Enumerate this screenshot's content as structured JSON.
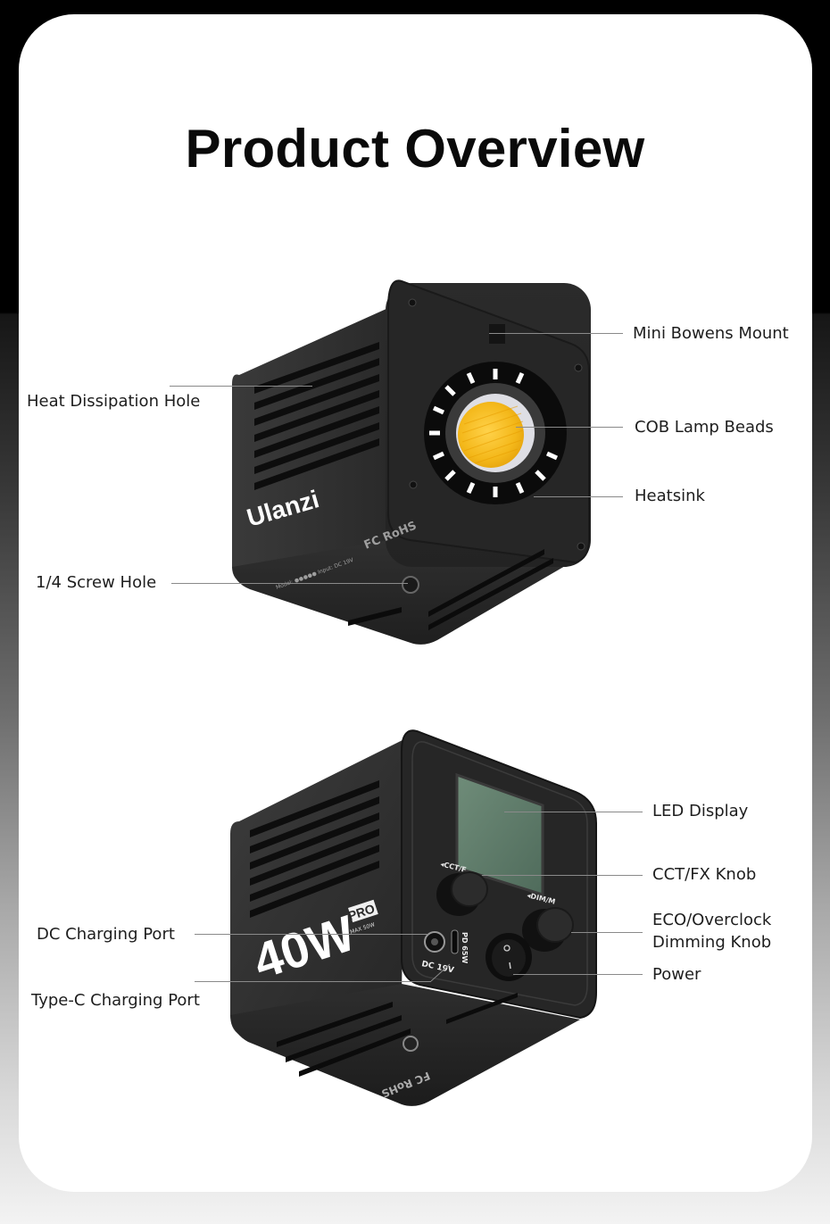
{
  "page": {
    "title": "Product Overview"
  },
  "colors": {
    "card_bg": "#ffffff",
    "title": "#0a0a0a",
    "label_text": "#1e1e1e",
    "leader_line": "#8a8a8a",
    "device_body": "#2b2b2b",
    "cob_yellow": "#f4b81a",
    "lcd_green": "#5b7a68"
  },
  "front_view": {
    "brand_text": "Ulanzi",
    "labels": [
      {
        "id": "mini-bowens-mount",
        "text": "Mini Bowens Mount"
      },
      {
        "id": "heat-dissipation-hole",
        "text": "Heat Dissipation Hole"
      },
      {
        "id": "cob-lamp-beads",
        "text": "COB Lamp Beads"
      },
      {
        "id": "heatsink",
        "text": "Heatsink"
      },
      {
        "id": "screw-hole",
        "text": "1/4 Screw Hole"
      }
    ]
  },
  "back_view": {
    "wattage_text": "40W",
    "badge_text": "PRO",
    "max_text": "MAX 50W",
    "dc_port_text": "DC 19V",
    "pd_text": "PD 65W",
    "cct_knob_text": "◂CCT/F",
    "dim_knob_text": "◂DIM/M",
    "labels": [
      {
        "id": "led-display",
        "text": "LED Display"
      },
      {
        "id": "cct-fx-knob",
        "text": "CCT/FX Knob"
      },
      {
        "id": "dc-charging-port",
        "text": "DC Charging Port"
      },
      {
        "id": "eco-overclock-knob",
        "text": "ECO/Overclock",
        "text2": "Dimming Knob"
      },
      {
        "id": "power",
        "text": "Power"
      },
      {
        "id": "type-c-charging-port",
        "text": "Type-C Charging Port"
      }
    ]
  }
}
